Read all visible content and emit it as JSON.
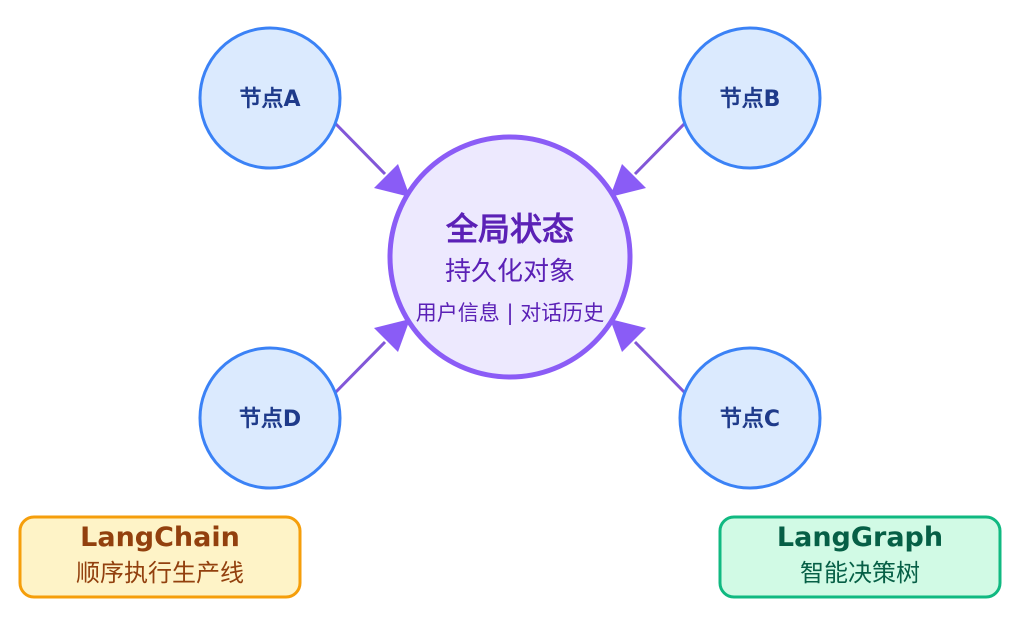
{
  "hub": {
    "title": "全局状态",
    "subtitle": "持久化对象",
    "detail": "用户信息 | 对话历史"
  },
  "nodes": [
    {
      "id": "a",
      "label": "节点A"
    },
    {
      "id": "b",
      "label": "节点B"
    },
    {
      "id": "c",
      "label": "节点C"
    },
    {
      "id": "d",
      "label": "节点D"
    }
  ],
  "legend": {
    "langchain": {
      "title": "LangChain",
      "subtitle": "顺序执行生产线"
    },
    "langgraph": {
      "title": "LangGraph",
      "subtitle": "智能决策树"
    }
  },
  "colors": {
    "node_fill": "#dbeafe",
    "node_stroke": "#3b82f6",
    "hub_fill": "#ede9fe",
    "hub_stroke": "#8b5cf6",
    "arrow": "#8b5cf6",
    "langchain_fill": "#fef3c7",
    "langchain_stroke": "#f59e0b",
    "langgraph_fill": "#d1fae5",
    "langgraph_stroke": "#10b981"
  }
}
